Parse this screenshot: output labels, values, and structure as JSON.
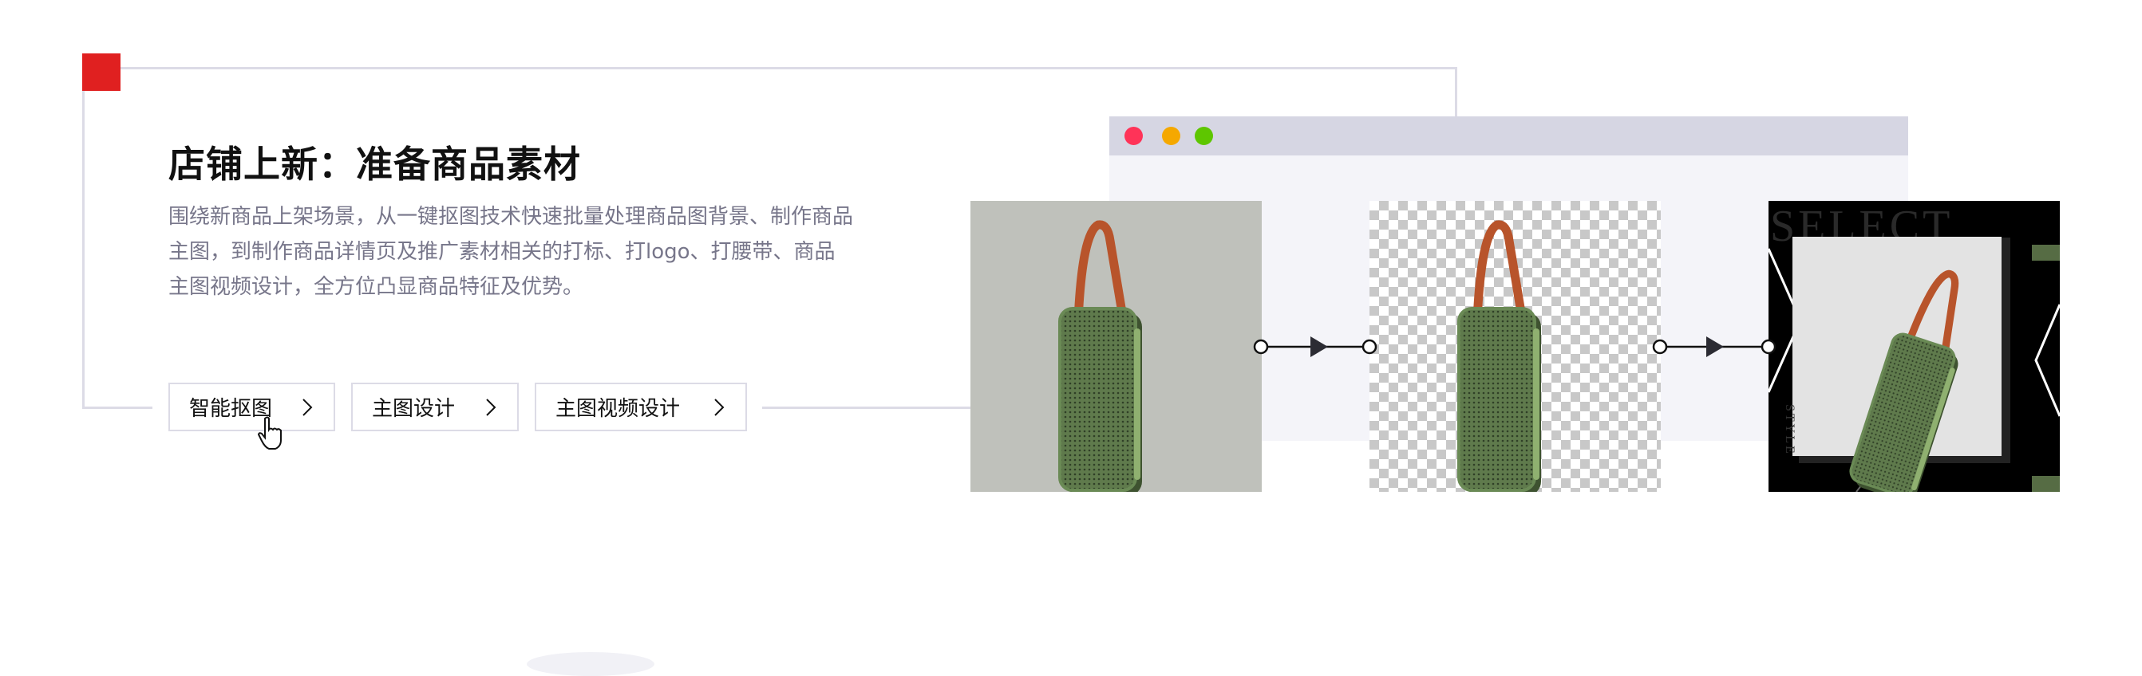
{
  "section": {
    "title": "店铺上新：准备商品素材",
    "description": "围绕新商品上架场景，从一键抠图技术快速批量处理商品图背景、制作商品主图，到制作商品详情页及推广素材相关的打标、打logo、打腰带、商品主图视频设计，全方位凸显商品特征及优势。",
    "accent_color": "#e02020"
  },
  "buttons": [
    {
      "label": "智能抠图",
      "icon": "chevron-right-icon"
    },
    {
      "label": "主图设计",
      "icon": "chevron-right-icon"
    },
    {
      "label": "主图视频设计",
      "icon": "chevron-right-icon"
    }
  ],
  "browser": {
    "dots": [
      "#ff3358",
      "#f5a800",
      "#5ec600"
    ]
  },
  "poster": {
    "headline": "SELECT",
    "side_text": "STYLE"
  },
  "icons": {
    "cursor": "hand-pointer-icon",
    "connector": "arrow-connector-icon"
  }
}
